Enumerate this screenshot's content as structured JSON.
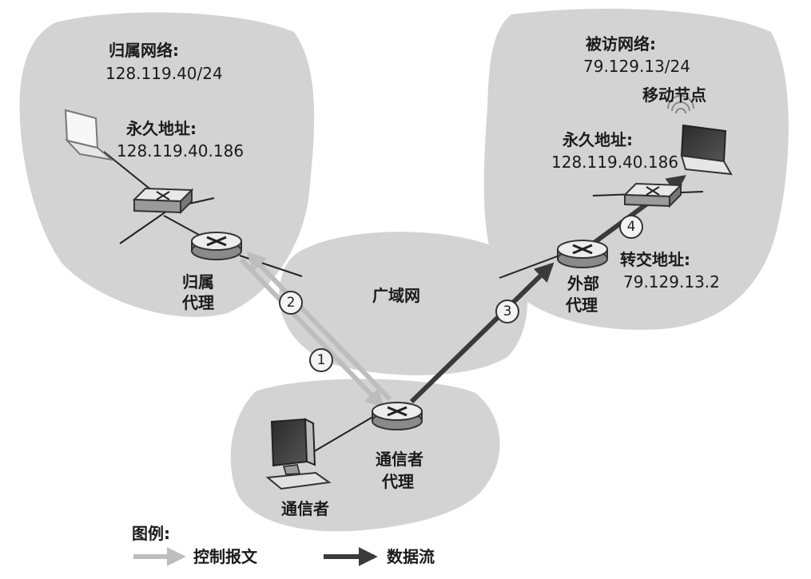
{
  "home_network": {
    "title": "归属网络:",
    "prefix": "128.119.40/24",
    "permanent_address_label": "永久地址:",
    "permanent_address": "128.119.40.186",
    "agent_label_line1": "归属",
    "agent_label_line2": "代理"
  },
  "visited_network": {
    "title": "被访网络:",
    "prefix": "79.129.13/24",
    "mobile_node_label": "移动节点",
    "permanent_address_label": "永久地址:",
    "permanent_address": "128.119.40.186",
    "care_of_label": "转交地址:",
    "care_of_address": "79.129.13.2",
    "agent_label_line1": "外部",
    "agent_label_line2": "代理"
  },
  "wan": {
    "label": "广域网"
  },
  "correspondent": {
    "agent_label_line1": "通信者",
    "agent_label_line2": "代理",
    "host_label": "通信者"
  },
  "steps": [
    "1",
    "2",
    "3",
    "4"
  ],
  "legend": {
    "title": "图例:",
    "control_label": "控制报文",
    "data_label": "数据流"
  },
  "colors": {
    "cloud": "#d3d3d3",
    "control_arrow": "#bdbdbd",
    "data_arrow": "#3a3a3a"
  },
  "icons": {
    "router": "router-icon",
    "switch": "switch-icon",
    "laptop": "laptop-icon",
    "desktop": "desktop-computer-icon",
    "wireless": "wireless-signal-icon"
  }
}
